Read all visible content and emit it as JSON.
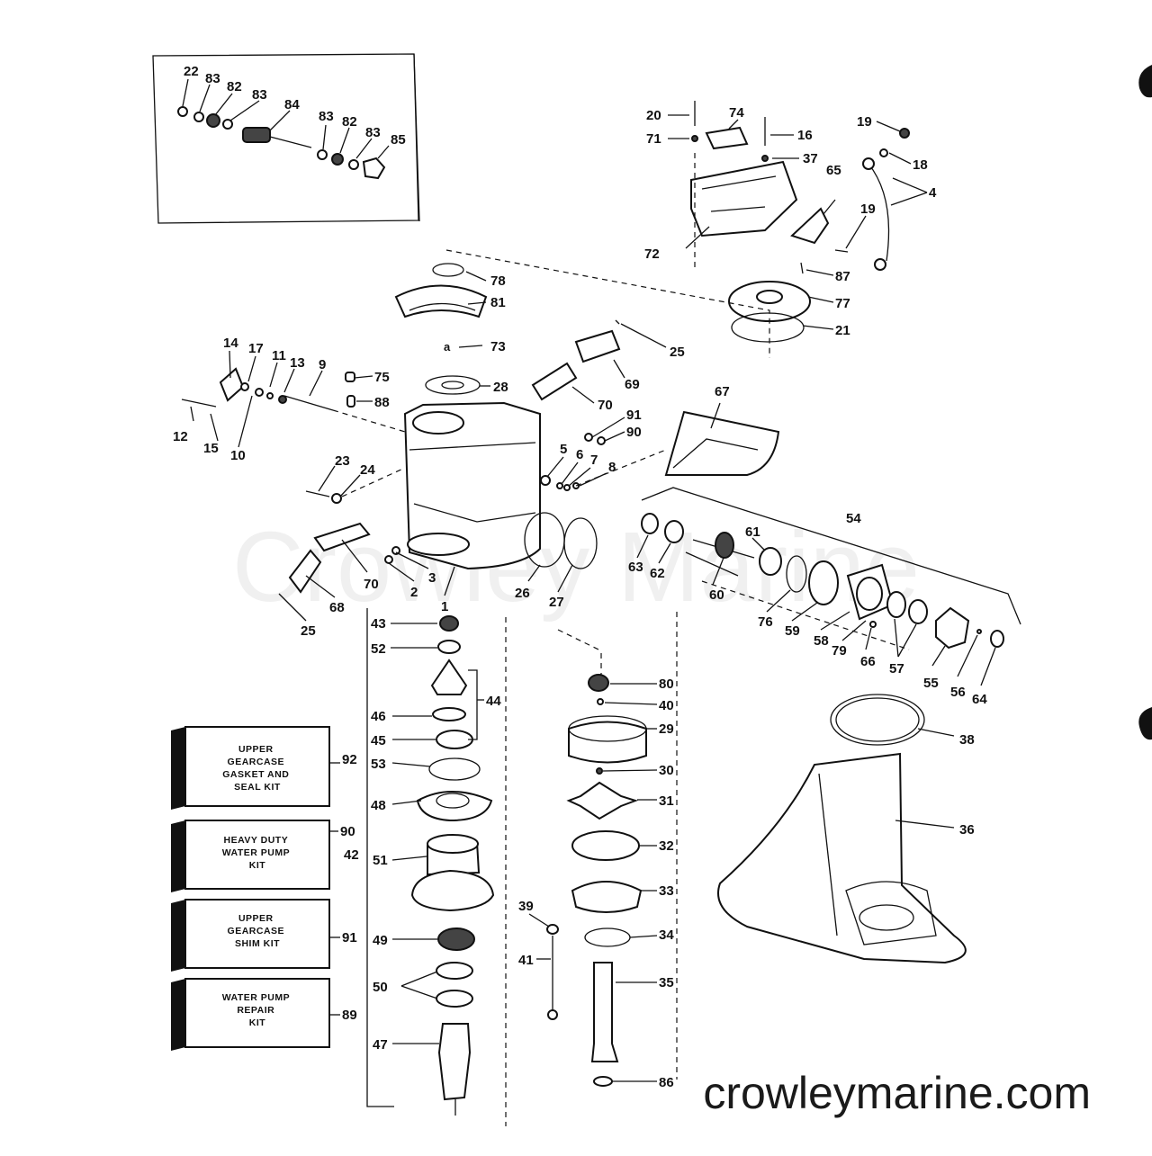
{
  "watermark": "Crowley Marine",
  "site_url": "crowleymarine.com",
  "kits": [
    {
      "number": "92",
      "lines": [
        "UPPER",
        "GEARCASE",
        "GASKET AND",
        "SEAL KIT"
      ]
    },
    {
      "number": "90",
      "lines": [
        "HEAVY DUTY",
        "WATER PUMP",
        "KIT"
      ]
    },
    {
      "number": "91",
      "lines": [
        "UPPER",
        "GEARCASE",
        "SHIM KIT"
      ]
    },
    {
      "number": "89",
      "lines": [
        "WATER PUMP",
        "REPAIR",
        "KIT"
      ]
    }
  ],
  "callouts": {
    "inset": [
      "22",
      "83",
      "82",
      "83",
      "84",
      "83",
      "82",
      "83",
      "85"
    ],
    "upper_right": [
      "20",
      "74",
      "16",
      "19",
      "71",
      "37",
      "18",
      "65",
      "4",
      "72",
      "19",
      "87",
      "77",
      "21"
    ],
    "center": [
      "78",
      "81",
      "73",
      "25",
      "14",
      "17",
      "11",
      "13",
      "9",
      "75",
      "88",
      "28",
      "69",
      "70",
      "67",
      "12",
      "15",
      "10",
      "91",
      "90",
      "5",
      "6",
      "7",
      "8",
      "23",
      "24",
      "70",
      "68",
      "25",
      "3",
      "2",
      "1",
      "26",
      "27"
    ],
    "right_assembly": [
      "54",
      "63",
      "62",
      "61",
      "60",
      "76",
      "59",
      "58",
      "79",
      "66",
      "57",
      "55",
      "56",
      "64",
      "38",
      "36"
    ],
    "left_column": [
      "43",
      "52",
      "44",
      "46",
      "45",
      "53",
      "48",
      "42",
      "51",
      "49",
      "50",
      "47"
    ],
    "pump_column": [
      "80",
      "40",
      "29",
      "30",
      "31",
      "32",
      "33",
      "39",
      "41",
      "34",
      "35",
      "86"
    ]
  }
}
